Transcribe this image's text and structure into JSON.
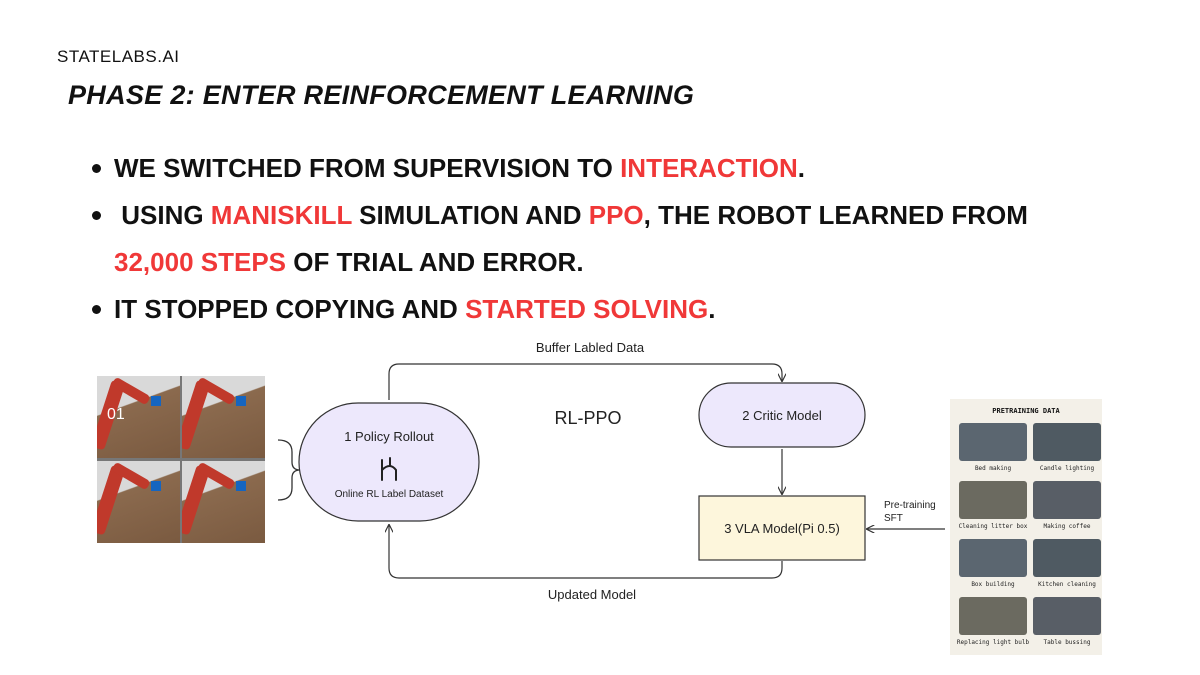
{
  "header": {
    "brand": "STATELABS.AI",
    "title": "PHASE 2:  ENTER REINFORCEMENT LEARNING"
  },
  "bullets": [
    {
      "segments": [
        {
          "text": "WE SWITCHED FROM SUPERVISION TO ",
          "hl": false
        },
        {
          "text": "INTERACTION",
          "hl": true
        },
        {
          "text": ".",
          "hl": false
        }
      ]
    },
    {
      "segments": [
        {
          "text": " USING ",
          "hl": false
        },
        {
          "text": "MANISKILL",
          "hl": true
        },
        {
          "text": " SIMULATION AND ",
          "hl": false
        },
        {
          "text": "PPO",
          "hl": true
        },
        {
          "text": ", THE ROBOT LEARNED FROM",
          "hl": false
        }
      ]
    },
    {
      "segments": [
        {
          "text": "32,000 STEPS",
          "hl": true
        },
        {
          "text": " OF TRIAL AND ERROR.",
          "hl": false
        }
      ],
      "continuation": true
    },
    {
      "segments": [
        {
          "text": "IT STOPPED COPYING AND ",
          "hl": false
        },
        {
          "text": "STARTED SOLVING",
          "hl": true
        },
        {
          "text": ".",
          "hl": false
        }
      ]
    }
  ],
  "diagram": {
    "center_label": "RL-PPO",
    "top_label": "Buffer Labled Data",
    "bottom_label": "Updated Model",
    "policy": {
      "title": "1 Policy Rollout",
      "subtitle": "Online RL Label Dataset",
      "icon": "rollout-icon"
    },
    "critic": {
      "title": "2 Critic Model"
    },
    "vla": {
      "title": "3 VLA Model(Pi 0.5)"
    },
    "pretrain_label_1": "Pre-training",
    "pretrain_label_2": "SFT",
    "sim_label": "01"
  },
  "pretraining": {
    "title": "PRETRAINING DATA",
    "items": [
      "Bed making",
      "Candle lighting",
      "Cleaning litter box",
      "Making coffee",
      "Box building",
      "Kitchen cleaning",
      "Replacing light bulb",
      "Table bussing"
    ]
  },
  "colors": {
    "accent": "#f03838",
    "node_purple": "#ede8fc",
    "node_yellow": "#fdf6dc"
  }
}
